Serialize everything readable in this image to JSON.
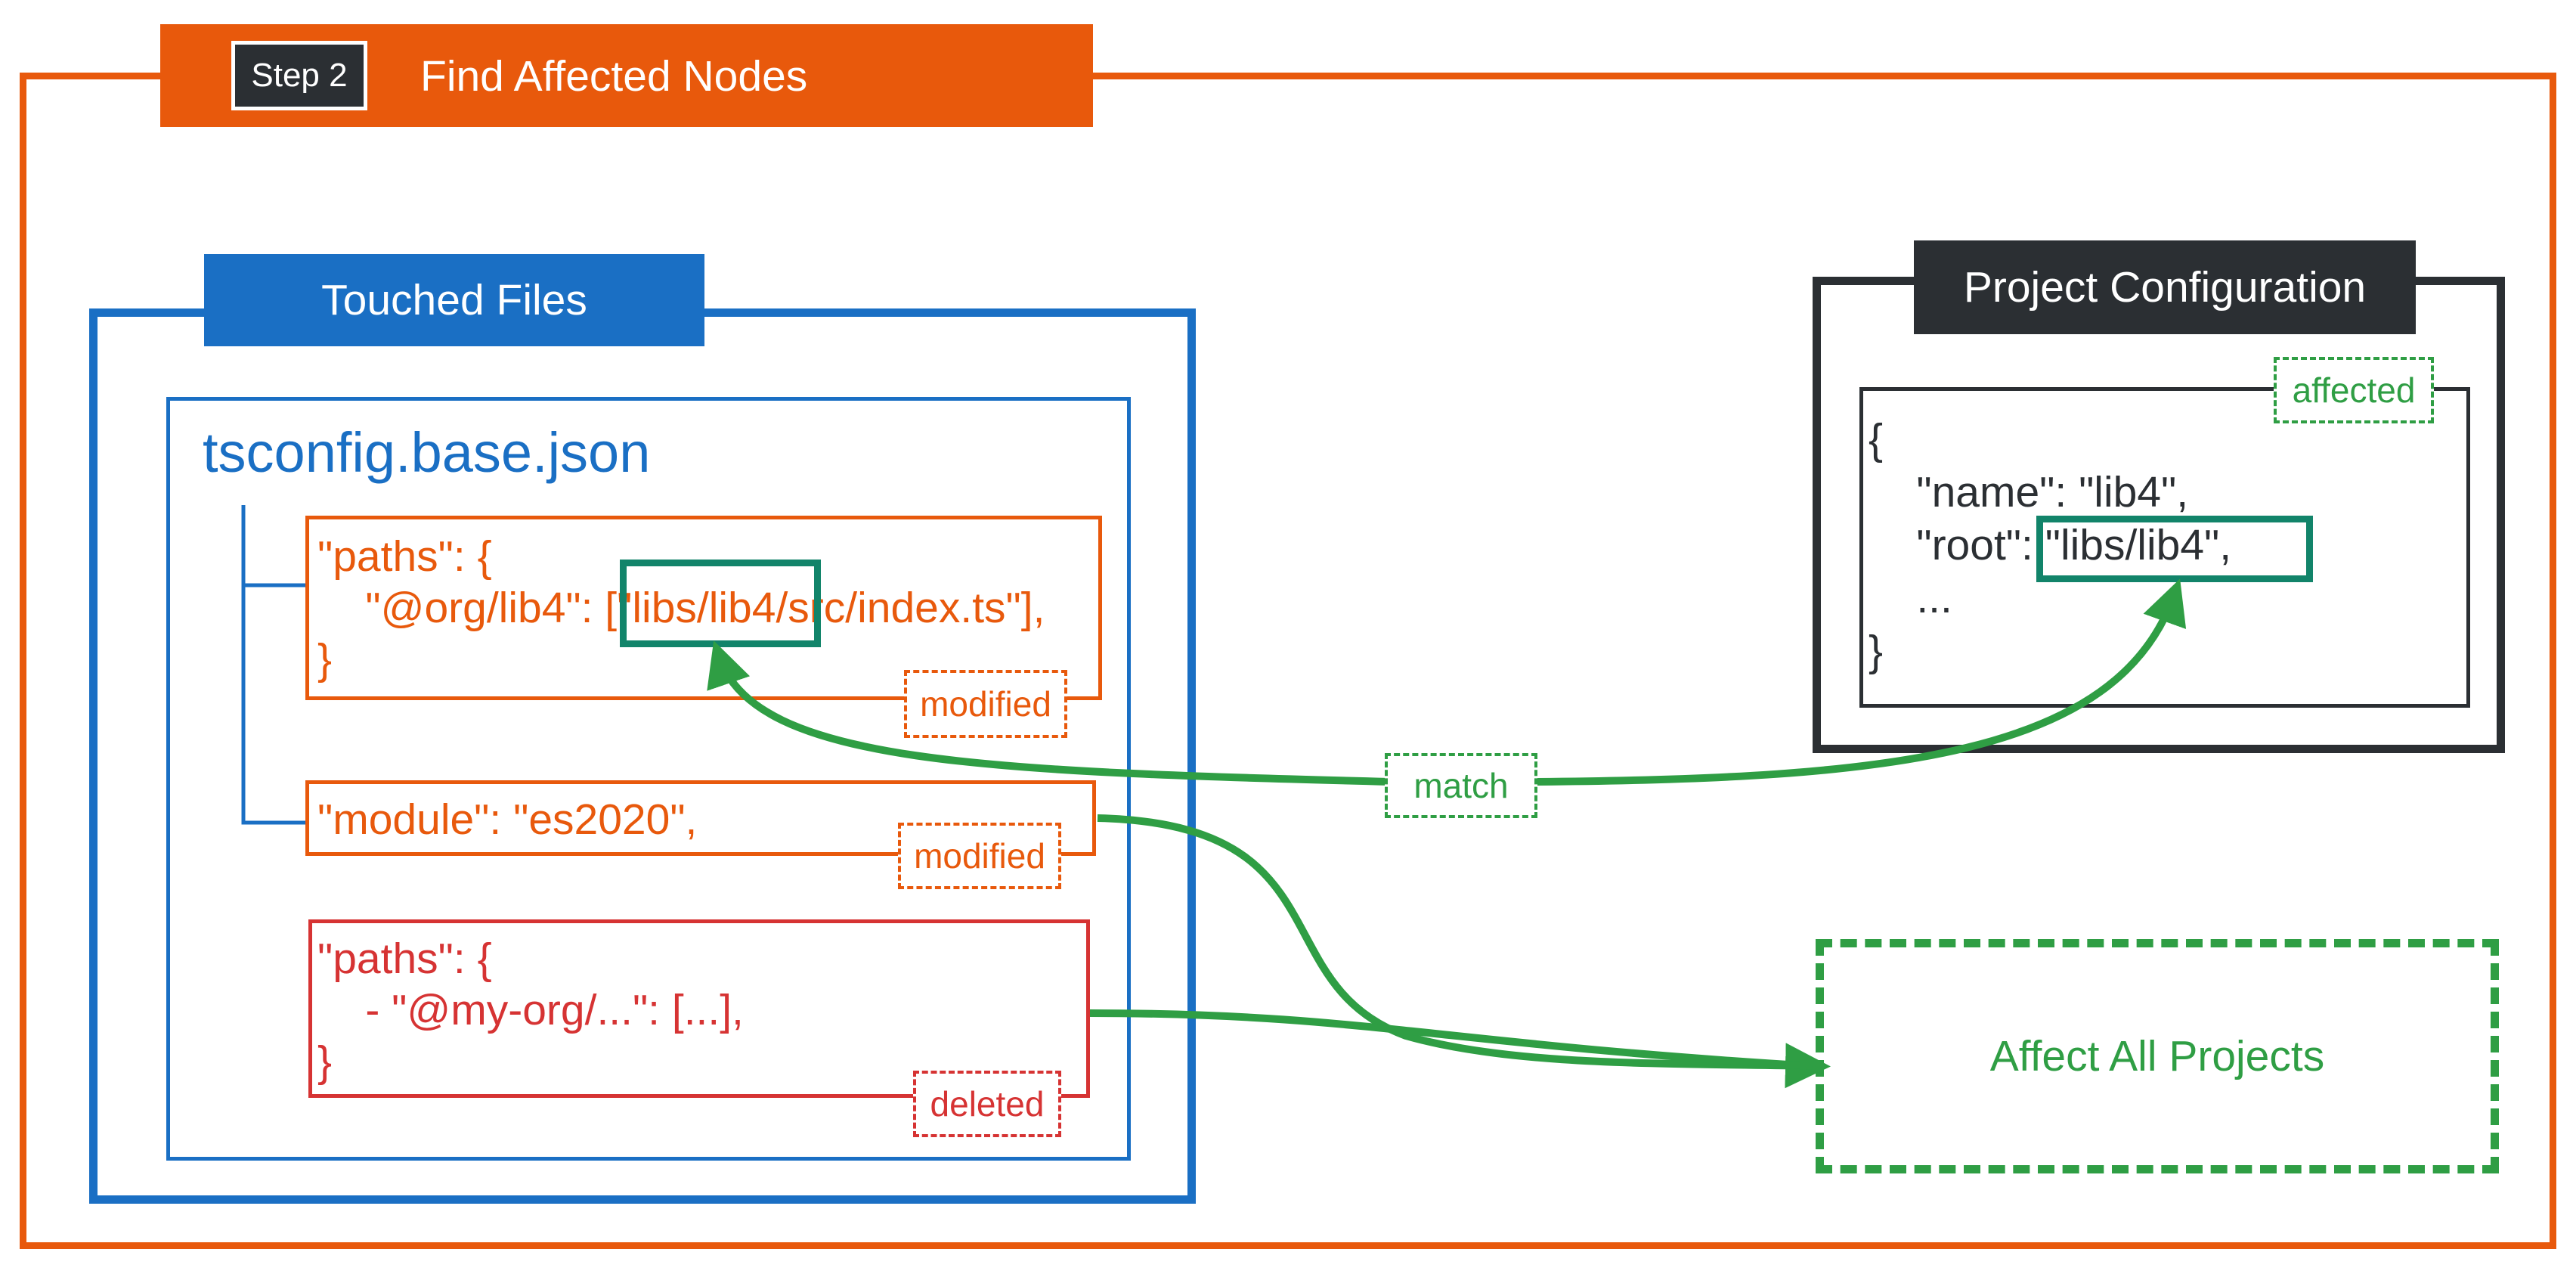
{
  "step": {
    "badge": "Step 2",
    "title": "Find Affected Nodes"
  },
  "touched_files": {
    "header": "Touched Files",
    "file_name": "tsconfig.base.json",
    "changes": [
      {
        "lines": "\"paths\": {\n    \"@org/lib4\": [\"libs/lib4/src/index.ts\"],\n}",
        "tag": "modified"
      },
      {
        "lines": "\"module\": \"es2020\",",
        "tag": "modified"
      },
      {
        "lines": "\"paths\": {\n    - \"@my-org/...\": [...],\n}",
        "tag": "deleted"
      }
    ]
  },
  "project_configuration": {
    "header": "Project Configuration",
    "tag": "affected",
    "json_lines": "{\n    \"name\": \"lib4\",\n    \"root\": \"libs/lib4\",\n    ...\n}"
  },
  "connector": {
    "label": "match"
  },
  "affect_all": {
    "label": "Affect All Projects"
  },
  "colors": {
    "step": "#E8590C",
    "touched": "#1A6FC4",
    "project": "#2b2f33",
    "modified": "#E8590C",
    "deleted": "#D63333",
    "affected": "#2F9E44",
    "highlight": "#12846A"
  }
}
